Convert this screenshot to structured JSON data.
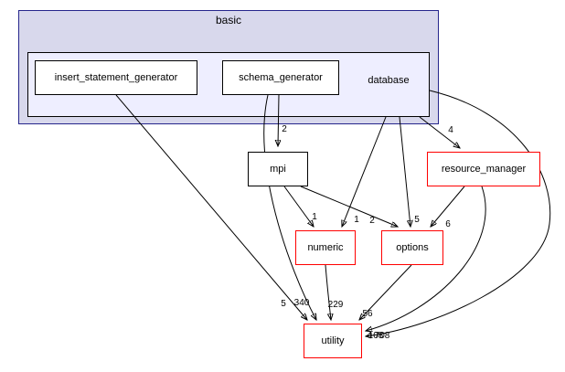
{
  "diagram": {
    "type": "doxygen-directory-dependency-graph",
    "clusters": {
      "outer": {
        "label": "basic"
      },
      "inner": {
        "label": "database"
      }
    },
    "nodes": {
      "insert_statement_generator": {
        "label": "insert_statement_generator",
        "style": "normal"
      },
      "schema_generator": {
        "label": "schema_generator",
        "style": "normal"
      },
      "mpi": {
        "label": "mpi",
        "style": "normal"
      },
      "resource_manager": {
        "label": "resource_manager",
        "style": "truncated-red"
      },
      "numeric": {
        "label": "numeric",
        "style": "truncated-red"
      },
      "options": {
        "label": "options",
        "style": "truncated-red"
      },
      "utility": {
        "label": "utility",
        "style": "truncated-red"
      }
    },
    "edges": [
      {
        "from": "insert_statement_generator",
        "to": "utility",
        "count": "5"
      },
      {
        "from": "schema_generator",
        "to": "mpi",
        "count": "2"
      },
      {
        "from": "schema_generator",
        "to": "utility",
        "count": "340"
      },
      {
        "from": "mpi",
        "to": "numeric",
        "count": "1"
      },
      {
        "from": "mpi",
        "to": "options",
        "count": "2"
      },
      {
        "from": "database",
        "to": "numeric",
        "count": "1"
      },
      {
        "from": "database",
        "to": "options",
        "count": "5"
      },
      {
        "from": "database",
        "to": "resource_manager",
        "count": "4"
      },
      {
        "from": "resource_manager",
        "to": "options",
        "count": "6"
      },
      {
        "from": "numeric",
        "to": "utility",
        "count": "229"
      },
      {
        "from": "options",
        "to": "utility",
        "count": "56"
      },
      {
        "from": "database",
        "to": "utility",
        "count": "708"
      },
      {
        "from": "resource_manager",
        "to": "utility",
        "count": "108"
      }
    ],
    "colors": {
      "cluster_outer_fill": "#d8d8ec",
      "cluster_outer_border": "#26268c",
      "cluster_inner_fill": "#eeeeff",
      "node_border": "#000000",
      "truncated_node_border": "#ff0000",
      "edge": "#000000"
    }
  }
}
